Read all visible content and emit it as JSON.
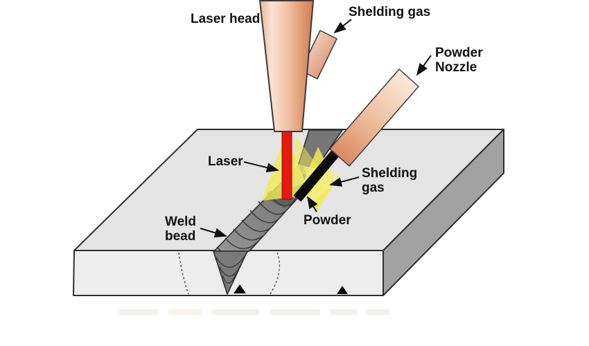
{
  "labels": {
    "laser_head": "Laser head",
    "shielding_gas_top": "Shelding gas",
    "powder_nozzle": {
      "line1": "Powder",
      "line2": "Nozzle"
    },
    "laser": "Laser",
    "shielding_gas_mid": {
      "line1": "Shelding",
      "line2": "gas"
    },
    "powder": "Powder",
    "weld_bead": {
      "line1": "Weld",
      "line2": "bead"
    }
  },
  "colors": {
    "laser_beam_red": "#e8190c",
    "glow_yellow": "#f1ec53",
    "nozzle_salmon_light": "#f9e3d5",
    "nozzle_salmon_dark": "#cf7f55",
    "substrate_top": "#e4e4e4",
    "substrate_front": "#ededed",
    "substrate_side": "#a2a2a2",
    "weld_bead_gray": "#8d8d8d",
    "powder_stream_black": "#0c0c0c",
    "label_text": "#111111"
  }
}
